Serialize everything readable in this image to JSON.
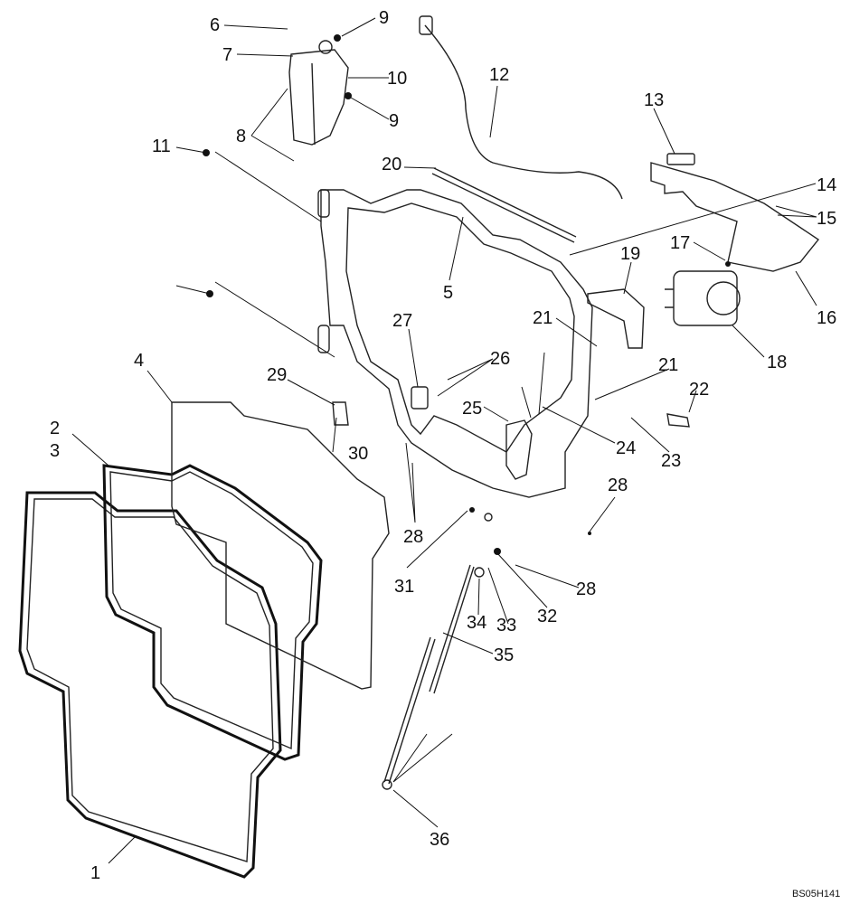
{
  "diagram": {
    "reference_code": "BS05H141",
    "callouts": [
      "1",
      "2",
      "3",
      "4",
      "5",
      "6",
      "7",
      "8",
      "9",
      "10",
      "11",
      "12",
      "13",
      "14",
      "15",
      "16",
      "17",
      "18",
      "19",
      "20",
      "21",
      "22",
      "23",
      "24",
      "25",
      "26",
      "27",
      "28",
      "29",
      "30",
      "31",
      "32",
      "33",
      "34",
      "35",
      "36"
    ]
  }
}
